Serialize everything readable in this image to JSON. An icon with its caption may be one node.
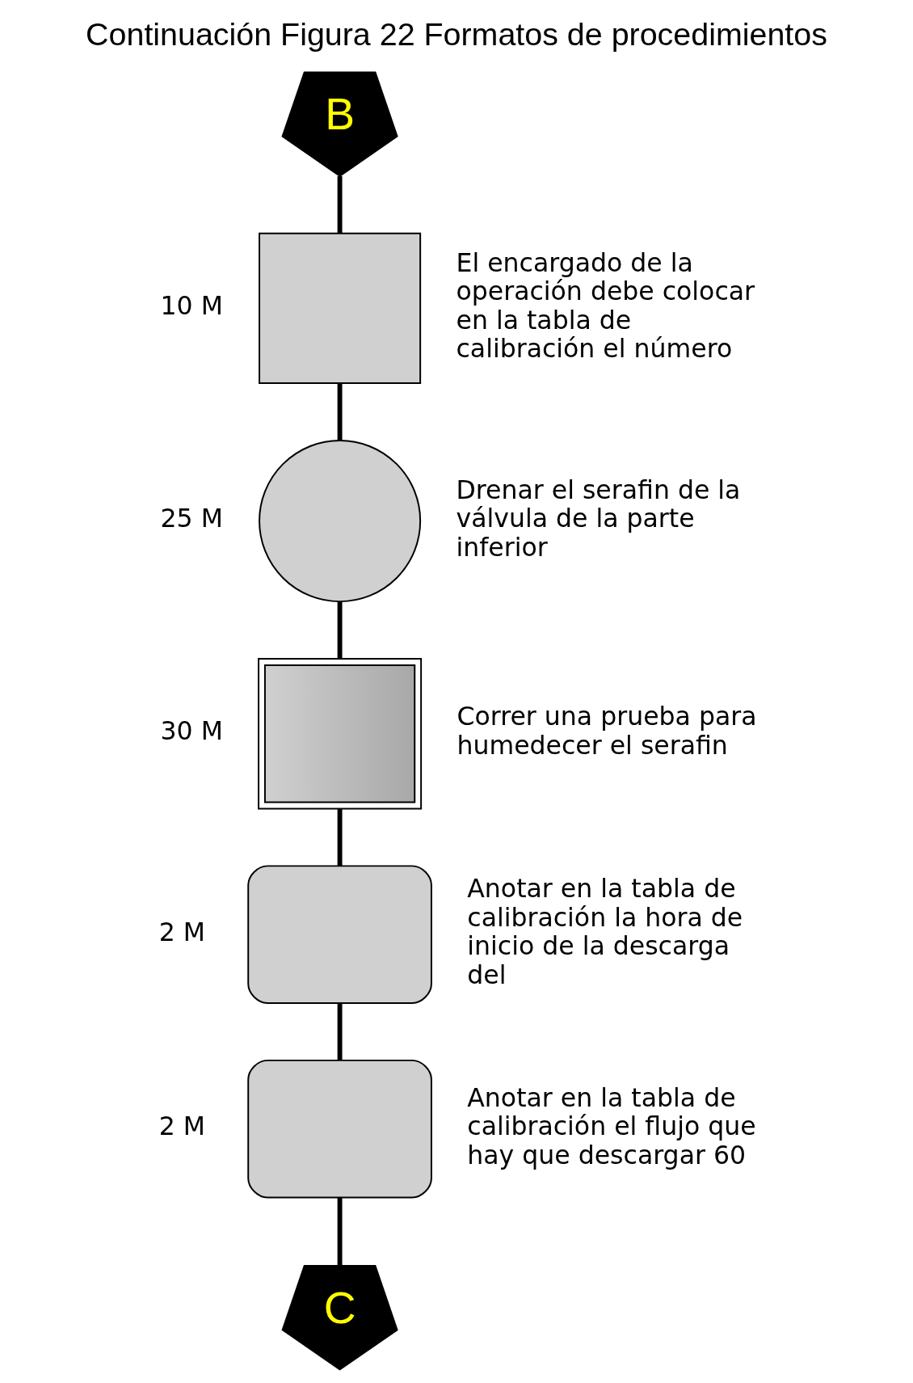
{
  "diagram": {
    "title": "Continuación Figura 22 Formatos de procedimientos",
    "nodes": [
      {
        "text": [
          "B"
        ]
      },
      {
        "text": [],
        "shape": "box",
        "beside": [
          "10 M",
          "El encargado de la operación debe colocar en la tabla de calibración el número"
        ]
      },
      {
        "text": [],
        "shape": "circle",
        "beside": [
          "25 M",
          "Drenar el serafin de la válvula de la parte inferior"
        ]
      },
      {
        "text": [],
        "shape": "box",
        "beside": [
          "30 M",
          "Correr una prueba para humedecer el serafin"
        ]
      },
      {
        "text": [],
        "shape": "box",
        "beside": [
          "2 M",
          "Anotar en la tabla de calibración la hora de inicio de la descarga del"
        ]
      },
      {
        "text": [],
        "shape": "box",
        "beside": [
          "2 M",
          "Anotar en la tabla de calibración el flujo que hay que descargar 60"
        ]
      },
      {
        "text": [
          "C"
        ]
      }
    ],
    "edges": [
      {
        "from": 0,
        "to": 1,
        "arrow": "none"
      },
      {
        "from": 1,
        "to": 2,
        "arrow": "none"
      },
      {
        "from": 2,
        "to": 3,
        "arrow": "none"
      },
      {
        "from": 3,
        "to": 4,
        "arrow": "none"
      },
      {
        "from": 4,
        "to": 5,
        "arrow": "none"
      },
      {
        "from": 5,
        "to": 6,
        "arrow": "none"
      }
    ]
  }
}
